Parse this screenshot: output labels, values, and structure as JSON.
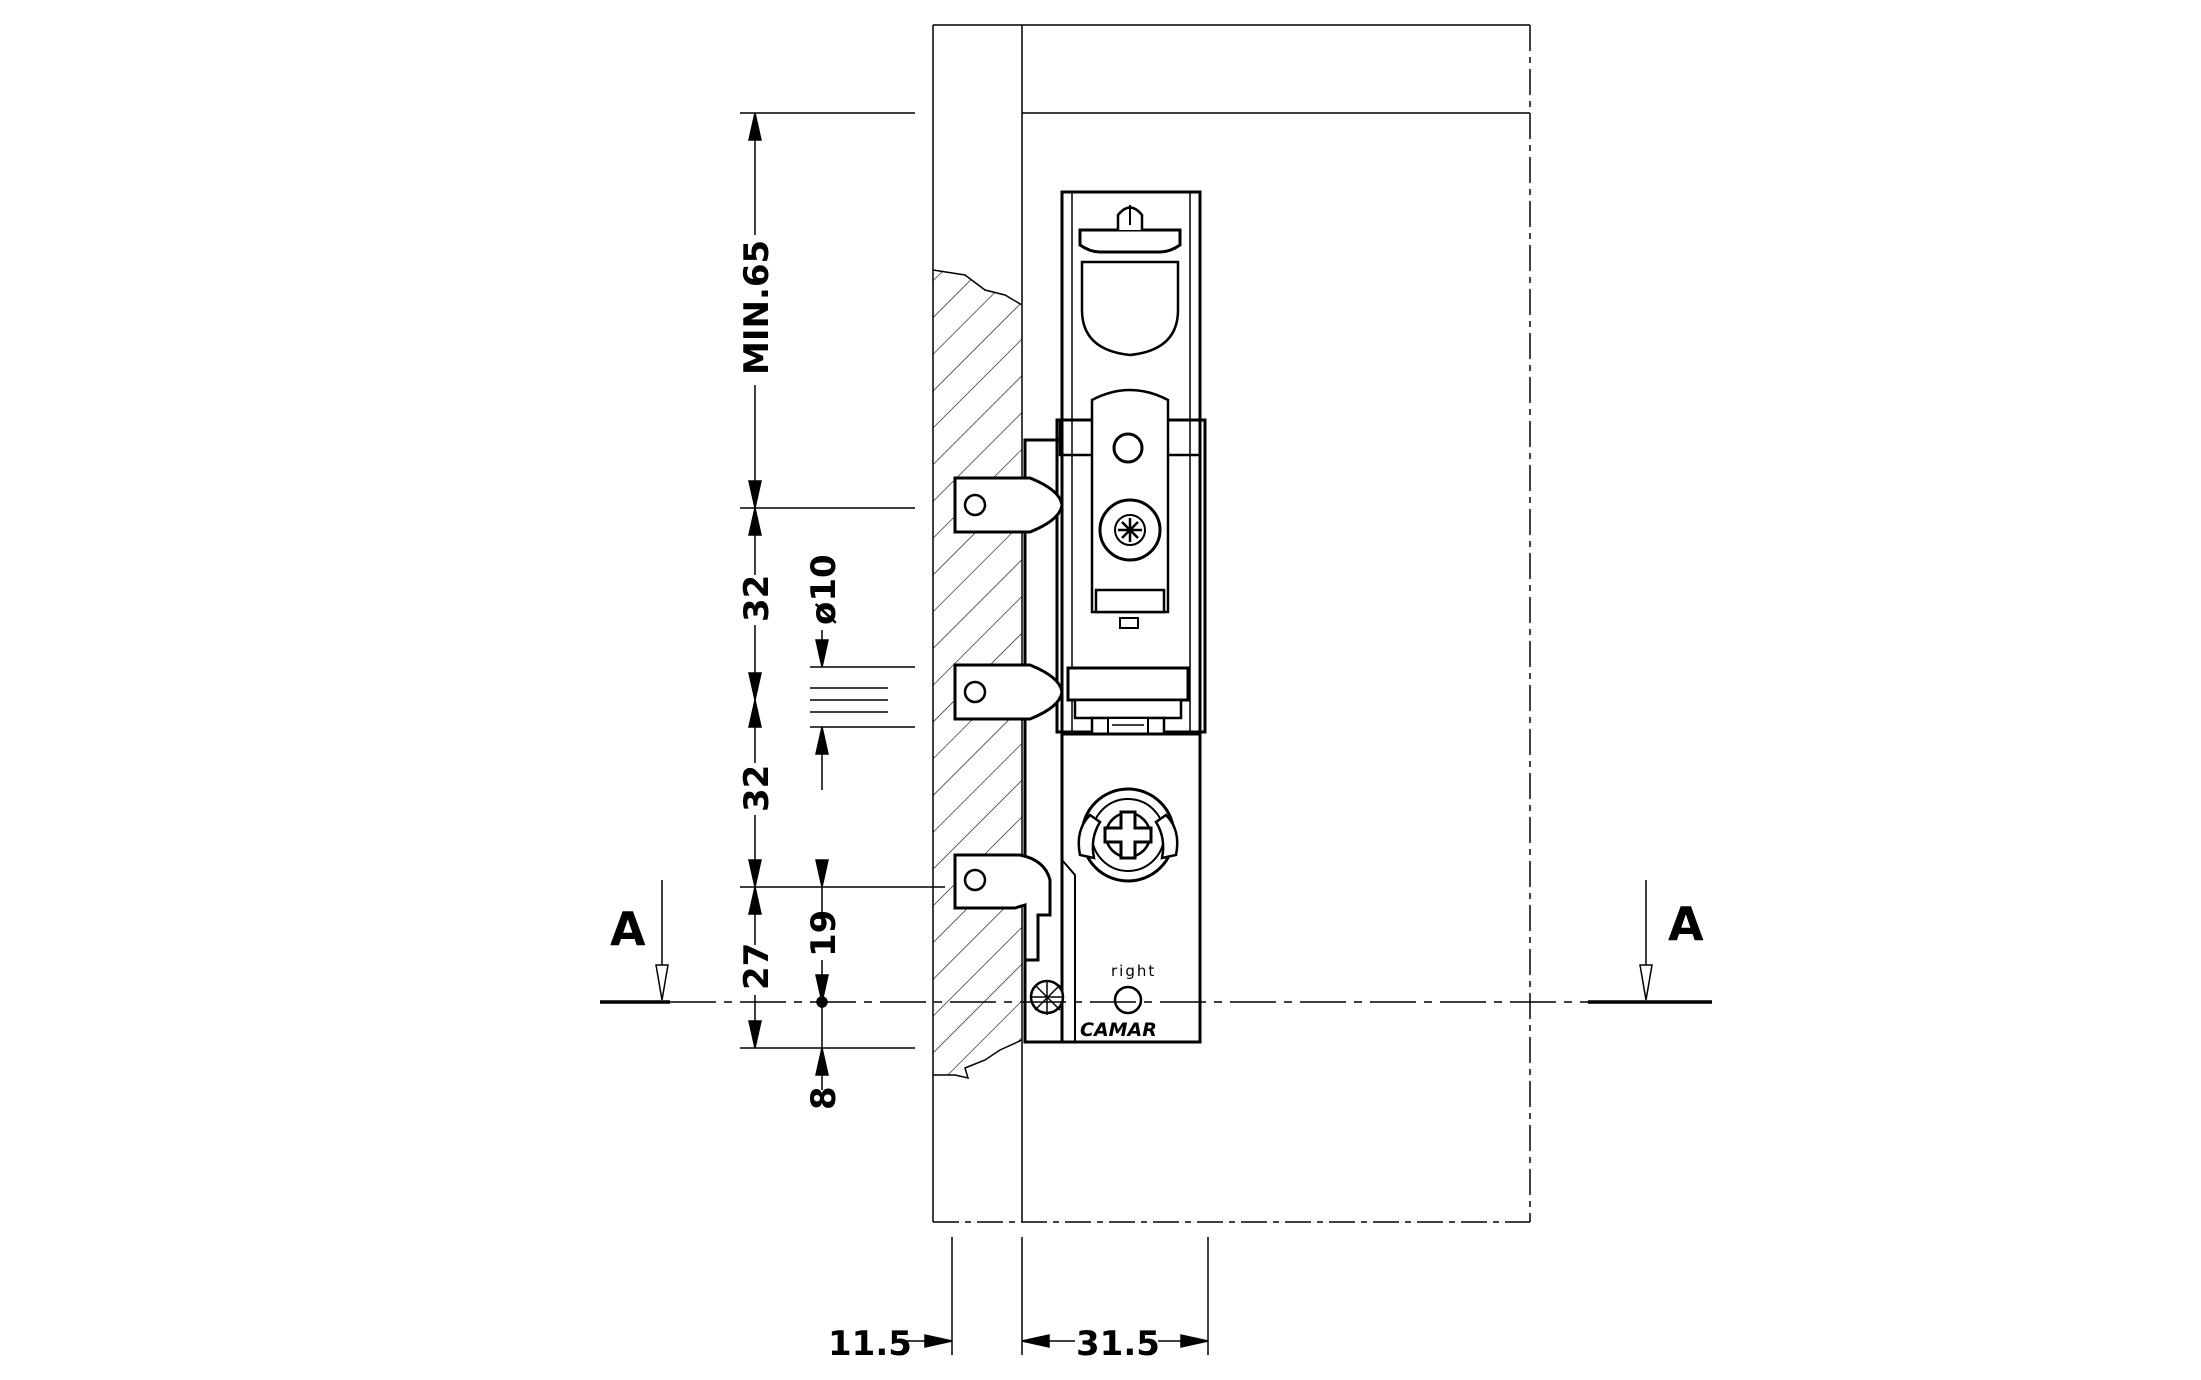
{
  "labels": {
    "min": "MIN.65",
    "d32a": "32",
    "d32b": "32",
    "d27": "27",
    "d19": "19",
    "d8": "8",
    "dia": "ø10",
    "d115": "11.5",
    "d315": "31.5",
    "sectionLeft": "A",
    "sectionRight": "A",
    "side": "right",
    "brand": "CAMAR"
  },
  "colors": {
    "line": "#000000",
    "background": "#ffffff"
  }
}
